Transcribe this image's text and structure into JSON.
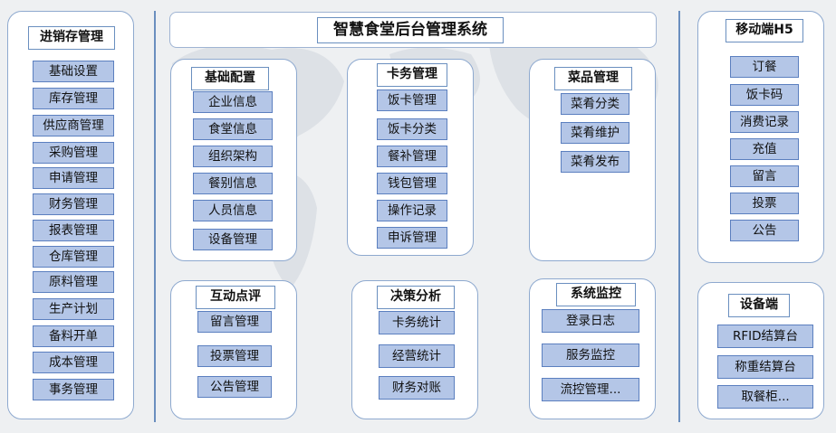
{
  "title": "智慧食堂后台管理系统",
  "left": {
    "title": "进销存管理",
    "items": [
      "基础设置",
      "库存管理",
      "供应商管理",
      "采购管理",
      "申请管理",
      "财务管理",
      "报表管理",
      "仓库管理",
      "原料管理",
      "生产计划",
      "备料开单",
      "成本管理",
      "事务管理"
    ]
  },
  "basic": {
    "title": "基础配置",
    "items": [
      "企业信息",
      "食堂信息",
      "组织架构",
      "餐别信息",
      "人员信息",
      "设备管理"
    ]
  },
  "card": {
    "title": "卡务管理",
    "items": [
      "饭卡管理",
      "饭卡分类",
      "餐补管理",
      "钱包管理",
      "操作记录",
      "申诉管理"
    ]
  },
  "dish": {
    "title": "菜品管理",
    "items": [
      "菜肴分类",
      "菜肴维护",
      "菜肴发布"
    ]
  },
  "interact": {
    "title": "互动点评",
    "items": [
      "留言管理",
      "投票管理",
      "公告管理"
    ]
  },
  "decision": {
    "title": "决策分析",
    "items": [
      "卡务统计",
      "经营统计",
      "财务对账"
    ]
  },
  "monitor": {
    "title": "系统监控",
    "items": [
      "登录日志",
      "服务监控",
      "流控管理..."
    ]
  },
  "mobile": {
    "title": "移动端H5",
    "items": [
      "订餐",
      "饭卡码",
      "消费记录",
      "充值",
      "留言",
      "投票",
      "公告"
    ]
  },
  "device": {
    "title": "设备端",
    "items": [
      "RFID结算台",
      "称重结算台",
      "取餐柜..."
    ]
  }
}
